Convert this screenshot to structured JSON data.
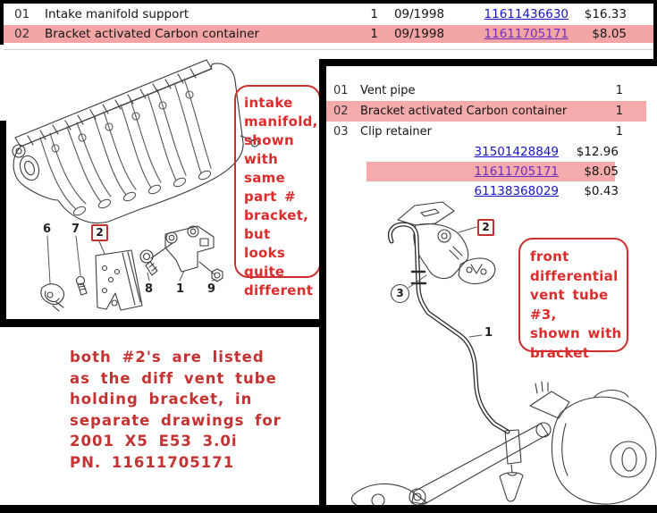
{
  "colors": {
    "highlight_pink_top": "#f3a5a5",
    "highlight_pink_panel": "#f5abab",
    "link_blue": "#1816c8",
    "link_visited_purple": "#6d2fbe",
    "annotation_red": "#dd2c2c",
    "note_red": "#c53232",
    "frame_black": "#000000",
    "drawing_stroke": "#3c3c3c"
  },
  "top_table": {
    "rows": [
      {
        "ref": "01",
        "name": "Intake manifold support",
        "qty": "1",
        "date": "09/1998",
        "part": "11611436630",
        "price": "$16.33"
      },
      {
        "ref": "02",
        "name": "Bracket activated Carbon container",
        "qty": "1",
        "date": "09/1998",
        "part": "11611705171",
        "price": "$8.05"
      }
    ]
  },
  "right_panel": {
    "rows": [
      {
        "ref": "01",
        "name": "Vent pipe",
        "qty": "1"
      },
      {
        "ref": "02",
        "name": "Bracket activated Carbon container",
        "qty": "1"
      },
      {
        "ref": "03",
        "name": "Clip retainer",
        "qty": "1"
      }
    ],
    "parts": [
      {
        "part": "31501428849",
        "price": "$12.96"
      },
      {
        "part": "11611705171",
        "price": "$8.05"
      },
      {
        "part": "61138368029",
        "price": "$0.43"
      }
    ]
  },
  "annotations": {
    "intake_box_lines": [
      "intake",
      "manifold,",
      "shown",
      "with same",
      "part #",
      "bracket,",
      "but looks",
      "quite",
      "different"
    ],
    "front_diff_box_lines": [
      "front",
      "differential",
      "vent tube #3,",
      "shown with",
      "bracket"
    ],
    "bottom_note_lines": [
      "both #2's are listed",
      "as the diff vent tube",
      "holding bracket, in",
      "separate drawings for",
      "2001 X5 E53 3.0i",
      "PN. 11611705171"
    ]
  },
  "diagram_labels": {
    "manifold": {
      "n6": "6",
      "n7": "7",
      "n2": "2",
      "n8": "8",
      "n1": "1",
      "n9": "9"
    },
    "vent": {
      "n2": "2",
      "n3": "3",
      "n1": "1"
    }
  }
}
